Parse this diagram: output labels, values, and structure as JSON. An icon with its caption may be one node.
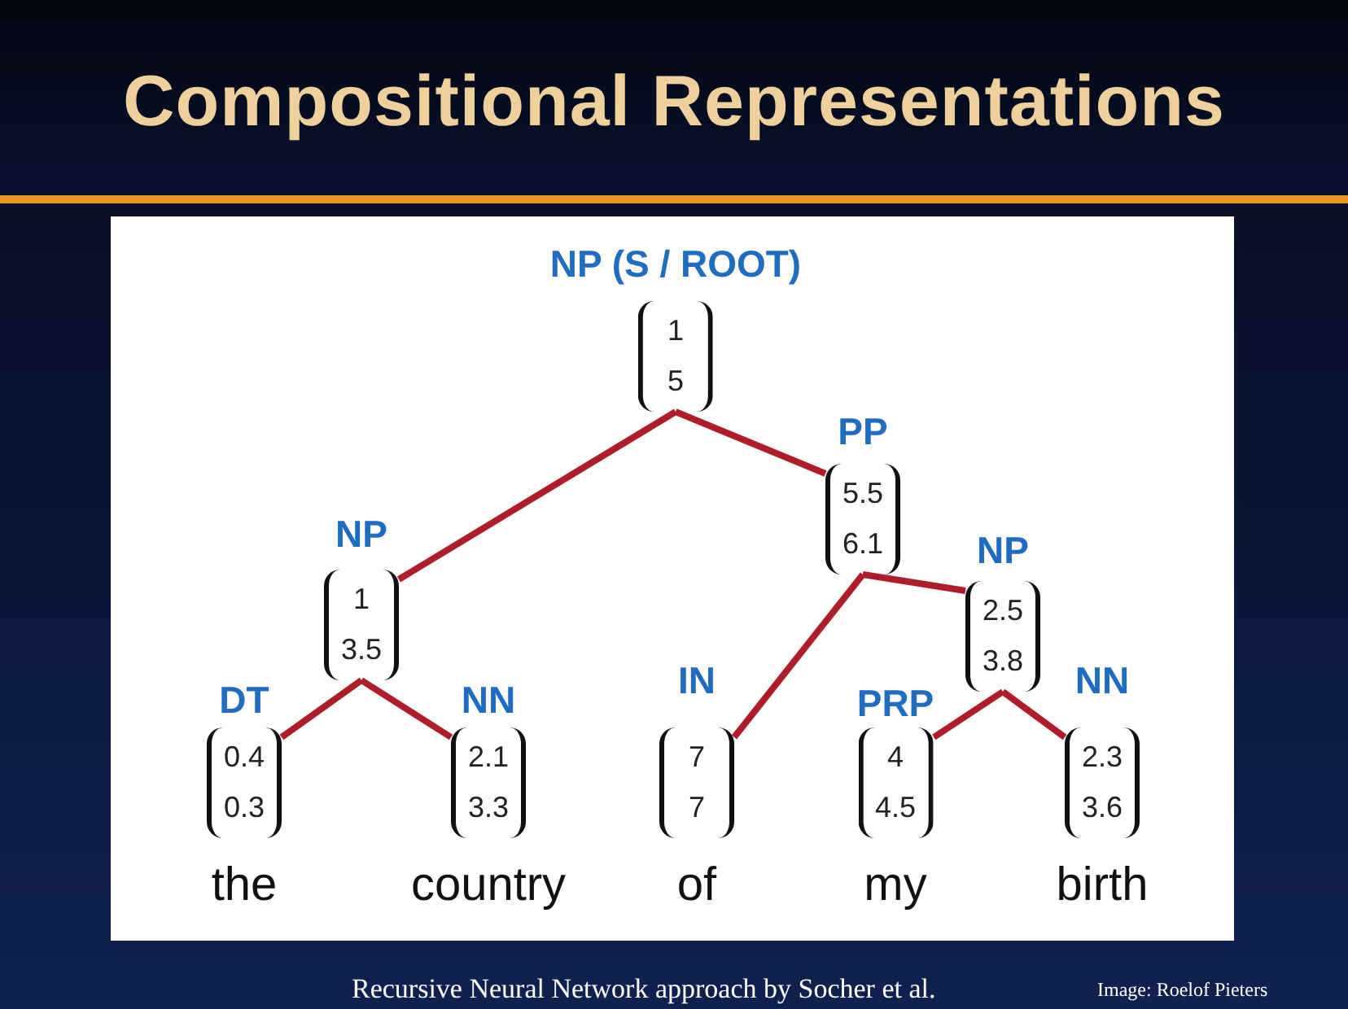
{
  "diagram": {
    "title": "Compositional Representations",
    "caption": "Recursive Neural Network approach by Socher et al.",
    "nodes": [
      {
        "text": [
          "NP (S / ROOT)",
          "1",
          "5"
        ]
      },
      {
        "text": [
          "PP",
          "5.5",
          "6.1"
        ]
      },
      {
        "text": [
          "NP",
          "1",
          "3.5"
        ]
      },
      {
        "text": [
          "NP",
          "2.5",
          "3.8"
        ]
      },
      {
        "text": [
          "DT",
          "0.4",
          "0.3"
        ],
        "beside": [
          "the"
        ]
      },
      {
        "text": [
          "NN",
          "2.1",
          "3.3"
        ],
        "beside": [
          "country"
        ]
      },
      {
        "text": [
          "IN",
          "7",
          "7"
        ],
        "beside": [
          "of"
        ]
      },
      {
        "text": [
          "PRP",
          "4",
          "4.5"
        ],
        "beside": [
          "my"
        ]
      },
      {
        "text": [
          "NN",
          "2.3",
          "3.6"
        ],
        "beside": [
          "birth"
        ]
      }
    ],
    "edges": [
      {
        "from": 0,
        "to": 2,
        "arrow": "none"
      },
      {
        "from": 0,
        "to": 1,
        "arrow": "none"
      },
      {
        "from": 2,
        "to": 4,
        "arrow": "none"
      },
      {
        "from": 2,
        "to": 5,
        "arrow": "none"
      },
      {
        "from": 1,
        "to": 6,
        "arrow": "none"
      },
      {
        "from": 1,
        "to": 3,
        "arrow": "none"
      },
      {
        "from": 3,
        "to": 7,
        "arrow": "none"
      },
      {
        "from": 3,
        "to": 8,
        "arrow": "none"
      }
    ],
    "labels": [
      "Image: Roelof Pieters"
    ]
  }
}
